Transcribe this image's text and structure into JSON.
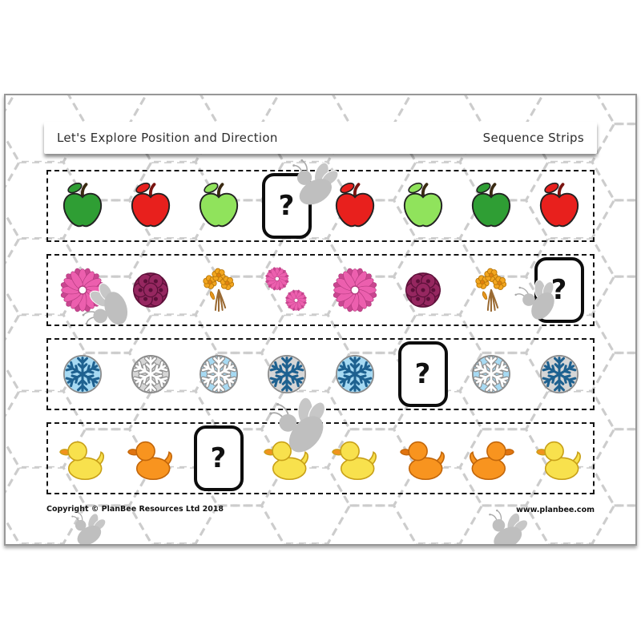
{
  "page": {
    "header": {
      "left": "Let's Explore Position and Direction",
      "right": "Sequence Strips"
    },
    "footer": {
      "left": "Copyright © PlanBee Resources Ltd 2018",
      "right": "www.planbee.com"
    },
    "question_mark": "?"
  },
  "colors": {
    "apple_green": "#2f9e34",
    "apple_red": "#e8201d",
    "apple_light_green": "#90e35c",
    "apple_outline": "#222222",
    "daisy_pink": "#ec5fae",
    "daisy_pink_dark": "#c94690",
    "daisy_edge": "#b23a7e",
    "cluster_purple": "#8e2158",
    "cluster_floret": "#962760",
    "cluster_edge": "#5c1039",
    "bouquet_petal": "#f3a61f",
    "bouquet_center": "#e0820f",
    "bouquet_edge": "#b8770a",
    "stem_brown": "#9a6a33",
    "snow_blue_bg": "#a7daf3",
    "snow_gray_bg": "#d6d6d6",
    "snow_ring": "#8a8a8a",
    "snow_dark": "#1e6190",
    "snow_white": "#ffffff",
    "duck_yellow": "#f8e14d",
    "duck_yellow_edge": "#c8a018",
    "duck_orange": "#f8941f",
    "duck_orange_edge": "#c2660a",
    "beak_orange": "#f0931e",
    "bee_gray": "#bfbfbf",
    "hex_line": "#cccccc",
    "strip_border": "#141414"
  },
  "strips": [
    {
      "name": "apple-sequence",
      "items": [
        {
          "icon": "apple",
          "variant": "green"
        },
        {
          "icon": "apple",
          "variant": "red"
        },
        {
          "icon": "apple",
          "variant": "light-green"
        },
        {
          "icon": "question-box"
        },
        {
          "icon": "apple",
          "variant": "red"
        },
        {
          "icon": "apple",
          "variant": "light-green"
        },
        {
          "icon": "apple",
          "variant": "green"
        },
        {
          "icon": "apple",
          "variant": "red"
        }
      ]
    },
    {
      "name": "flower-sequence",
      "items": [
        {
          "icon": "daisy"
        },
        {
          "icon": "flower-cluster"
        },
        {
          "icon": "bouquet"
        },
        {
          "icon": "double-daisy"
        },
        {
          "icon": "daisy"
        },
        {
          "icon": "flower-cluster"
        },
        {
          "icon": "bouquet"
        },
        {
          "icon": "question-box"
        }
      ]
    },
    {
      "name": "snowflake-sequence",
      "items": [
        {
          "icon": "snowflake",
          "variant": "blue-dark"
        },
        {
          "icon": "snowflake",
          "variant": "gray-white"
        },
        {
          "icon": "snowflake",
          "variant": "blue-white"
        },
        {
          "icon": "snowflake",
          "variant": "gray-dark"
        },
        {
          "icon": "snowflake",
          "variant": "blue-dark"
        },
        {
          "icon": "question-box"
        },
        {
          "icon": "snowflake",
          "variant": "blue-white"
        },
        {
          "icon": "snowflake",
          "variant": "gray-dark"
        }
      ]
    },
    {
      "name": "duck-sequence",
      "items": [
        {
          "icon": "duck",
          "variant": "yellow"
        },
        {
          "icon": "duck",
          "variant": "orange"
        },
        {
          "icon": "question-box"
        },
        {
          "icon": "duck",
          "variant": "yellow"
        },
        {
          "icon": "duck",
          "variant": "yellow"
        },
        {
          "icon": "duck",
          "variant": "orange"
        },
        {
          "icon": "duck",
          "variant": "orange",
          "flip": true
        },
        {
          "icon": "duck",
          "variant": "yellow"
        }
      ]
    }
  ]
}
